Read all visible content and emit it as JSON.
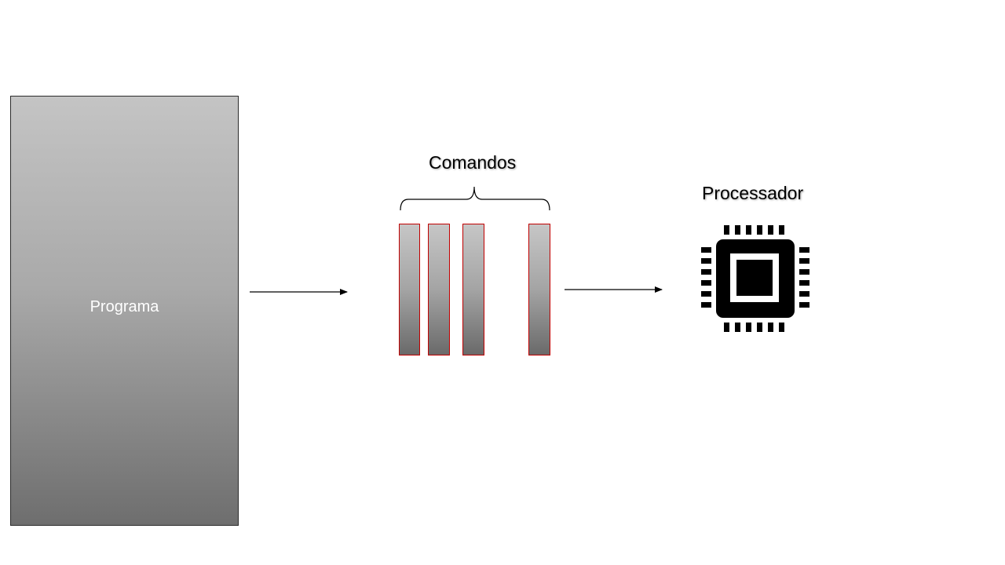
{
  "program": {
    "label": "Programa"
  },
  "commands": {
    "label": "Comandos"
  },
  "processor": {
    "label": "Processador"
  },
  "colors": {
    "bar_border": "#c00000",
    "box_border": "#2b2b2b",
    "chip": "#000000"
  },
  "icons": {
    "processor": "cpu-chip-icon"
  }
}
